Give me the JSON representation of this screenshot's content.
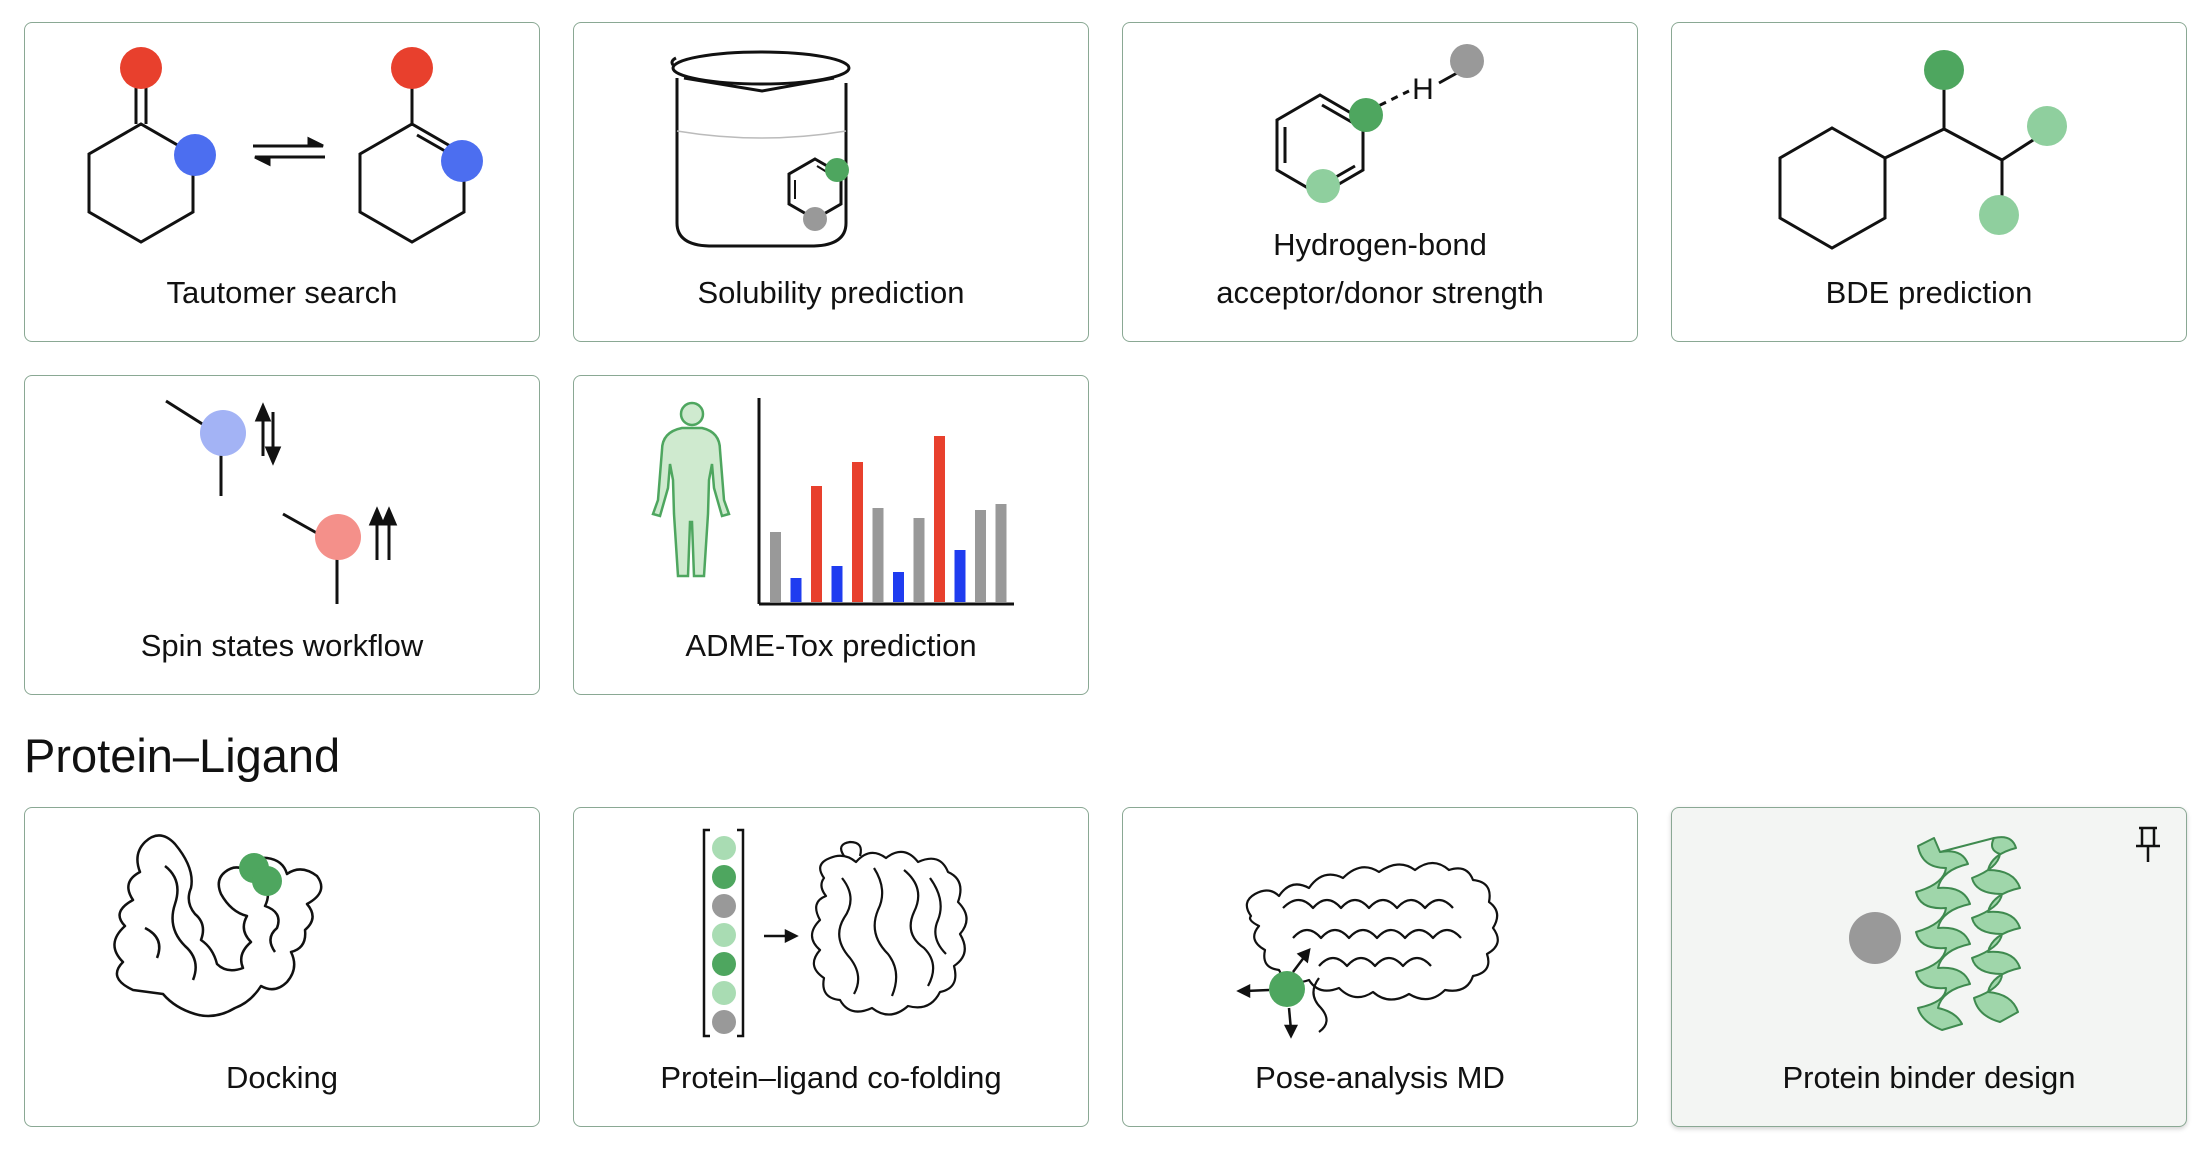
{
  "colors": {
    "card_border": "#8aa894",
    "green": "#4ea65f",
    "light_green": "#8fcf9e",
    "red": "#e8402d",
    "blue": "#4c6ef0",
    "gray": "#999999"
  },
  "cards_row1": [
    {
      "label": "Tautomer search",
      "icon": "tautomer-icon"
    },
    {
      "label": "Solubility prediction",
      "icon": "beaker-icon"
    },
    {
      "label_line1": "Hydrogen-bond",
      "label_line2": "acceptor/donor strength",
      "icon": "hydrogen-bond-icon"
    },
    {
      "label": "BDE prediction",
      "icon": "bde-molecule-icon"
    }
  ],
  "cards_row2": [
    {
      "label": "Spin states workflow",
      "icon": "spin-states-icon"
    },
    {
      "label": "ADME-Tox prediction",
      "icon": "adme-tox-icon"
    }
  ],
  "protein_ligand": {
    "heading": "Protein–Ligand",
    "cards": [
      {
        "label": "Docking",
        "icon": "docking-protein-icon"
      },
      {
        "label": "Protein–ligand co-folding",
        "icon": "cofolding-icon"
      },
      {
        "label": "Pose-analysis MD",
        "icon": "pose-md-icon"
      },
      {
        "label": "Protein binder design",
        "icon": "binder-helix-icon",
        "pinned": true
      }
    ]
  },
  "adme_chart": {
    "values": [
      {
        "color": "gray",
        "value": 35
      },
      {
        "color": "blue",
        "value": 12
      },
      {
        "color": "red",
        "value": 58
      },
      {
        "color": "blue",
        "value": 18
      },
      {
        "color": "red",
        "value": 70
      },
      {
        "color": "gray",
        "value": 47
      },
      {
        "color": "blue",
        "value": 15
      },
      {
        "color": "gray",
        "value": 42
      },
      {
        "color": "red",
        "value": 83
      },
      {
        "color": "blue",
        "value": 26
      },
      {
        "color": "gray",
        "value": 46
      },
      {
        "color": "gray",
        "value": 49
      }
    ]
  },
  "pin_icon": "pin-icon"
}
